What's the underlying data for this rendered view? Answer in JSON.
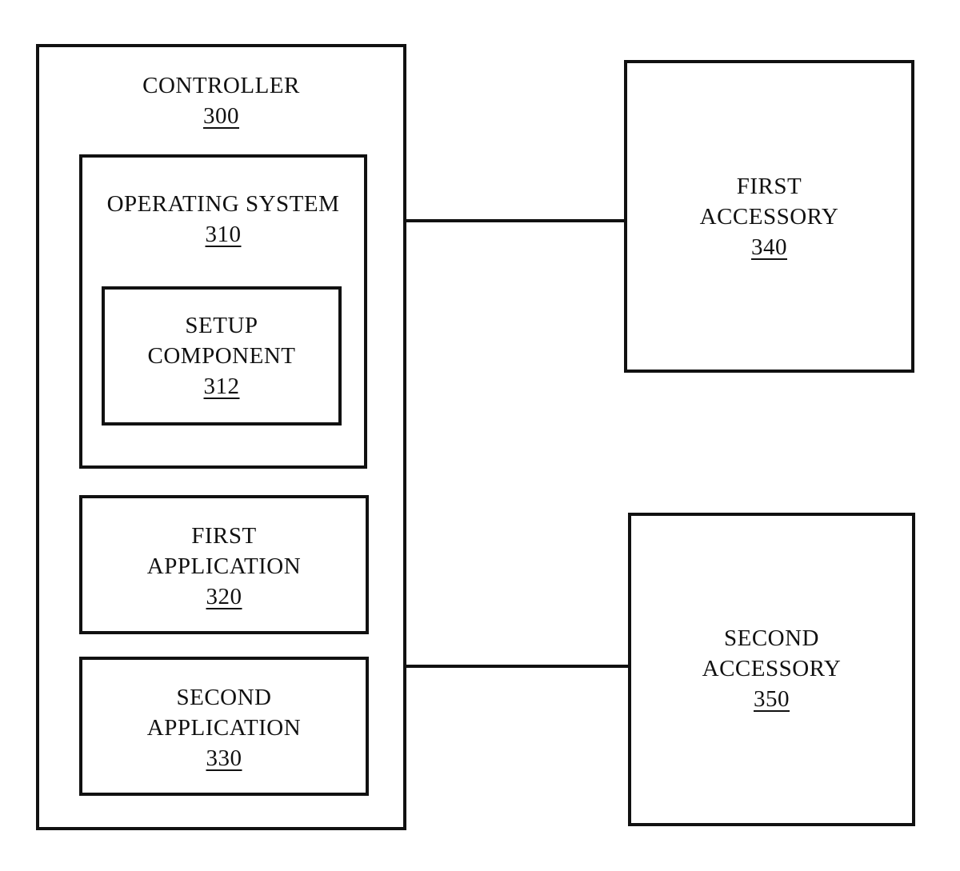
{
  "figure": {
    "background": "#ffffff",
    "line_color": "#111111",
    "text_color": "#111111",
    "boxes": {
      "controller": {
        "lines": [
          "CONTROLLER"
        ],
        "ref": "300"
      },
      "operating_system": {
        "lines": [
          "OPERATING SYSTEM"
        ],
        "ref": "310"
      },
      "setup_component": {
        "lines": [
          "SETUP",
          "COMPONENT"
        ],
        "ref": "312"
      },
      "first_application": {
        "lines": [
          "FIRST",
          "APPLICATION"
        ],
        "ref": "320"
      },
      "second_application": {
        "lines": [
          "SECOND",
          "APPLICATION"
        ],
        "ref": "330"
      },
      "first_accessory": {
        "lines": [
          "FIRST",
          "ACCESSORY"
        ],
        "ref": "340"
      },
      "second_accessory": {
        "lines": [
          "SECOND",
          "ACCESSORY"
        ],
        "ref": "350"
      }
    },
    "connectors": [
      {
        "name": "controller-to-first-accessory"
      },
      {
        "name": "controller-to-second-accessory"
      }
    ]
  }
}
